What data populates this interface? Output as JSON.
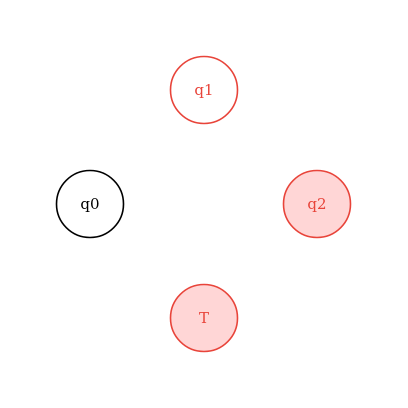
{
  "diagram": {
    "colors": {
      "background": "#ffffff",
      "default_stroke": "#000000",
      "default_fill": "#ffffff",
      "default_text": "#000000",
      "highlight_stroke": "#e8443a",
      "highlight_fill": "#ffd6d6",
      "highlight_text": "#e8443a"
    },
    "states": [
      {
        "id": "q0",
        "label": "q0",
        "style": "default"
      },
      {
        "id": "q1",
        "label": "q1",
        "style": "highlight-outline"
      },
      {
        "id": "q2",
        "label": "q2",
        "style": "highlight-filled"
      },
      {
        "id": "T",
        "label": "T",
        "style": "highlight-filled"
      }
    ]
  }
}
